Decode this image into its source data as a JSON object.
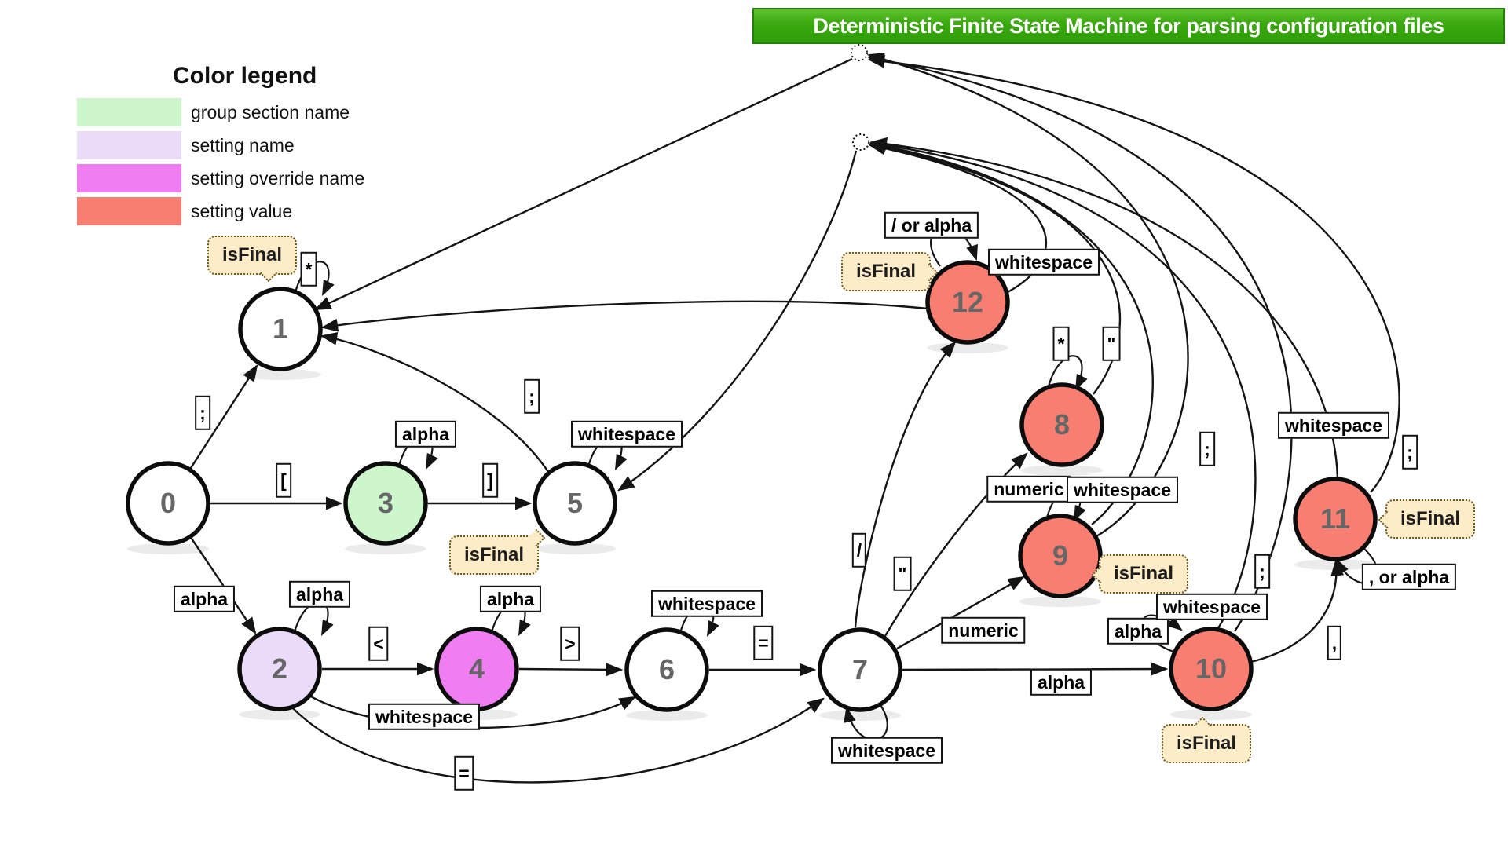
{
  "title_banner": {
    "text": "Deterministic Finite State Machine for parsing configuration files",
    "background": "#3aa80f",
    "text_color": "#ffffff"
  },
  "legend": {
    "title": "Color legend",
    "items": [
      {
        "label": "group section name",
        "color": "#cdf6cc"
      },
      {
        "label": "setting name",
        "color": "#eadcf9"
      },
      {
        "label": "setting override name",
        "color": "#f07df2"
      },
      {
        "label": "setting value",
        "color": "#f87e71"
      }
    ]
  },
  "callout_text": "isFinal",
  "states": [
    {
      "id": "0",
      "fill": "#ffffff",
      "category": "",
      "is_final": false
    },
    {
      "id": "1",
      "fill": "#ffffff",
      "category": "",
      "is_final": true
    },
    {
      "id": "2",
      "fill": "#eadcf9",
      "category": "setting name",
      "is_final": false
    },
    {
      "id": "3",
      "fill": "#cdf6cc",
      "category": "group section name",
      "is_final": false
    },
    {
      "id": "4",
      "fill": "#f07df2",
      "category": "setting override name",
      "is_final": false
    },
    {
      "id": "5",
      "fill": "#ffffff",
      "category": "",
      "is_final": true
    },
    {
      "id": "6",
      "fill": "#ffffff",
      "category": "",
      "is_final": false
    },
    {
      "id": "7",
      "fill": "#ffffff",
      "category": "",
      "is_final": false
    },
    {
      "id": "8",
      "fill": "#f87e71",
      "category": "setting value",
      "is_final": false
    },
    {
      "id": "9",
      "fill": "#f87e71",
      "category": "setting value",
      "is_final": true
    },
    {
      "id": "10",
      "fill": "#f87e71",
      "category": "setting value",
      "is_final": true
    },
    {
      "id": "11",
      "fill": "#f87e71",
      "category": "setting value",
      "is_final": true
    },
    {
      "id": "12",
      "fill": "#f87e71",
      "category": "setting value",
      "is_final": true
    }
  ],
  "junctions": [
    {
      "id": "junction-a"
    },
    {
      "id": "junction-b"
    }
  ],
  "edges": [
    {
      "from": "0",
      "to": "1",
      "label": ";"
    },
    {
      "from": "0",
      "to": "3",
      "label": "["
    },
    {
      "from": "0",
      "to": "2",
      "label": "alpha"
    },
    {
      "from": "1",
      "to": "1",
      "label": "*"
    },
    {
      "from": "2",
      "to": "2",
      "label": "alpha"
    },
    {
      "from": "2",
      "to": "4",
      "label": "<"
    },
    {
      "from": "2",
      "to": "6",
      "label": "whitespace"
    },
    {
      "from": "2",
      "to": "7",
      "label": "="
    },
    {
      "from": "3",
      "to": "3",
      "label": "alpha"
    },
    {
      "from": "3",
      "to": "5",
      "label": "]"
    },
    {
      "from": "4",
      "to": "4",
      "label": "alpha"
    },
    {
      "from": "4",
      "to": "6",
      "label": ">"
    },
    {
      "from": "5",
      "to": "5",
      "label": "whitespace"
    },
    {
      "from": "5",
      "to": "1",
      "label": ";"
    },
    {
      "from": "6",
      "to": "6",
      "label": "whitespace"
    },
    {
      "from": "6",
      "to": "7",
      "label": "="
    },
    {
      "from": "7",
      "to": "7",
      "label": "whitespace"
    },
    {
      "from": "7",
      "to": "12",
      "label": "/"
    },
    {
      "from": "7",
      "to": "8",
      "label": "\""
    },
    {
      "from": "7",
      "to": "9",
      "label": "numeric"
    },
    {
      "from": "7",
      "to": "10",
      "label": "alpha"
    },
    {
      "from": "8",
      "to": "8",
      "label": "*"
    },
    {
      "from": "8",
      "to": "junction-b",
      "label": "\""
    },
    {
      "from": "9",
      "to": "9",
      "label": "numeric"
    },
    {
      "from": "9",
      "to": "junction-b",
      "label": "whitespace"
    },
    {
      "from": "9",
      "to": "junction-a",
      "label": ";"
    },
    {
      "from": "10",
      "to": "10",
      "label": "alpha"
    },
    {
      "from": "10",
      "to": "junction-b",
      "label": "whitespace"
    },
    {
      "from": "10",
      "to": "junction-a",
      "label": ";"
    },
    {
      "from": "10",
      "to": "11",
      "label": ","
    },
    {
      "from": "11",
      "to": "11",
      "label": ", or alpha"
    },
    {
      "from": "11",
      "to": "junction-b",
      "label": "whitespace"
    },
    {
      "from": "11",
      "to": "junction-a",
      "label": ";"
    },
    {
      "from": "12",
      "to": "12",
      "label": "/ or alpha"
    },
    {
      "from": "12",
      "to": "junction-b",
      "label": "whitespace"
    },
    {
      "from": "12",
      "to": "1",
      "label": ""
    },
    {
      "from": "junction-a",
      "to": "1",
      "label": ""
    },
    {
      "from": "junction-b",
      "to": "5",
      "label": ""
    }
  ]
}
